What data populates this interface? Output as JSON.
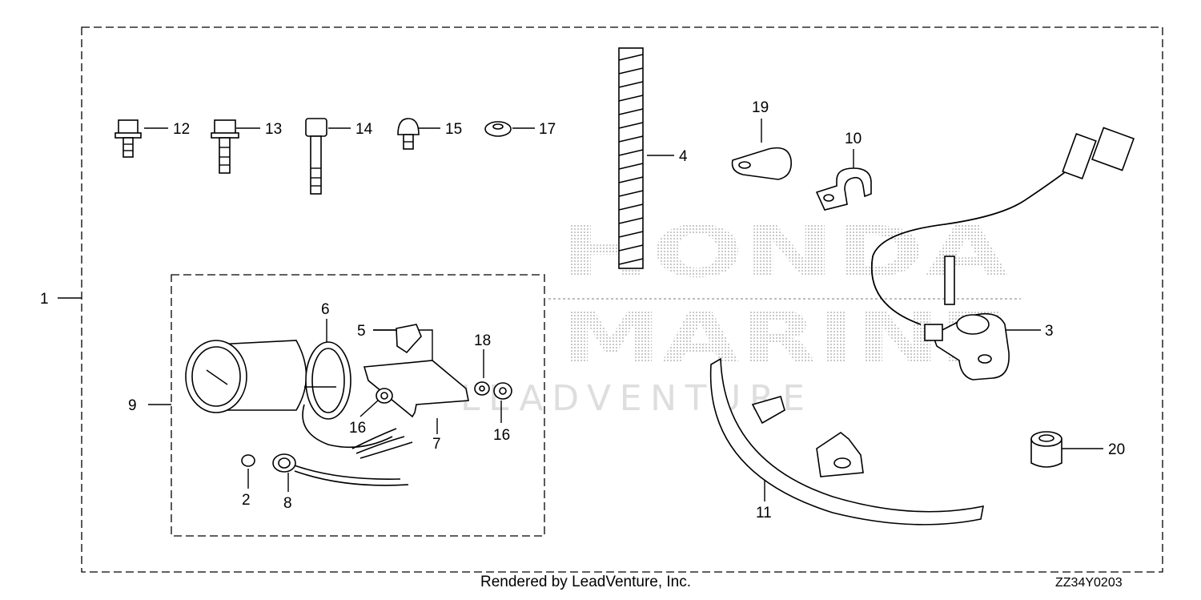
{
  "callouts": [
    {
      "id": "c1",
      "label": "1"
    },
    {
      "id": "c2",
      "label": "2"
    },
    {
      "id": "c3",
      "label": "3"
    },
    {
      "id": "c4",
      "label": "4"
    },
    {
      "id": "c5",
      "label": "5"
    },
    {
      "id": "c6",
      "label": "6"
    },
    {
      "id": "c7",
      "label": "7"
    },
    {
      "id": "c8",
      "label": "8"
    },
    {
      "id": "c9",
      "label": "9"
    },
    {
      "id": "c10",
      "label": "10"
    },
    {
      "id": "c11",
      "label": "11"
    },
    {
      "id": "c12",
      "label": "12"
    },
    {
      "id": "c13",
      "label": "13"
    },
    {
      "id": "c14",
      "label": "14"
    },
    {
      "id": "c15",
      "label": "15"
    },
    {
      "id": "c16a",
      "label": "16"
    },
    {
      "id": "c16b",
      "label": "16"
    },
    {
      "id": "c17",
      "label": "17"
    },
    {
      "id": "c18",
      "label": "18"
    },
    {
      "id": "c19",
      "label": "19"
    },
    {
      "id": "c20",
      "label": "20"
    }
  ],
  "watermark": {
    "line1": "HONDA",
    "line2": "MARINE",
    "line3": "LEADVENTURE"
  },
  "footer": {
    "credit": "Rendered by LeadVenture, Inc.",
    "code": "ZZ34Y0203"
  }
}
